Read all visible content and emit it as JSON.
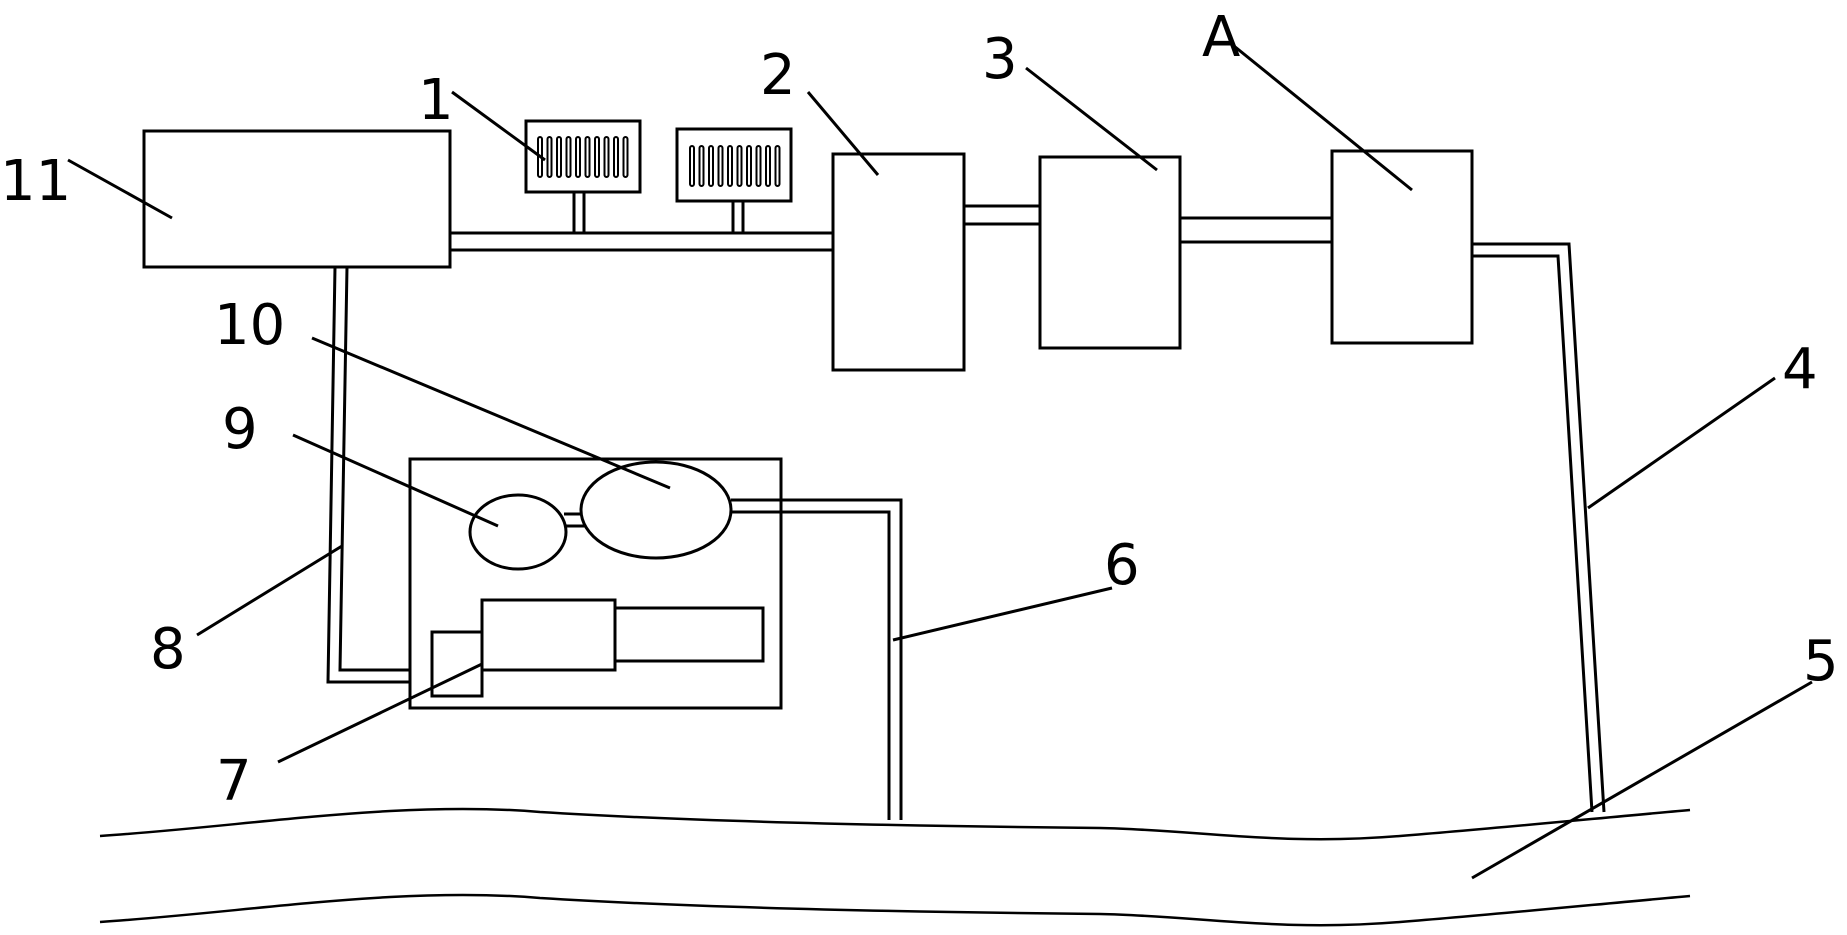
{
  "diagram": {
    "labels": {
      "l1": "1",
      "l2": "2",
      "l3": "3",
      "lA": "A",
      "l4": "4",
      "l5": "5",
      "l6": "6",
      "l7": "7",
      "l8": "8",
      "l9": "9",
      "l10": "10",
      "l11": "11"
    },
    "colors": {
      "stroke": "#000000",
      "background": "#ffffff"
    }
  }
}
